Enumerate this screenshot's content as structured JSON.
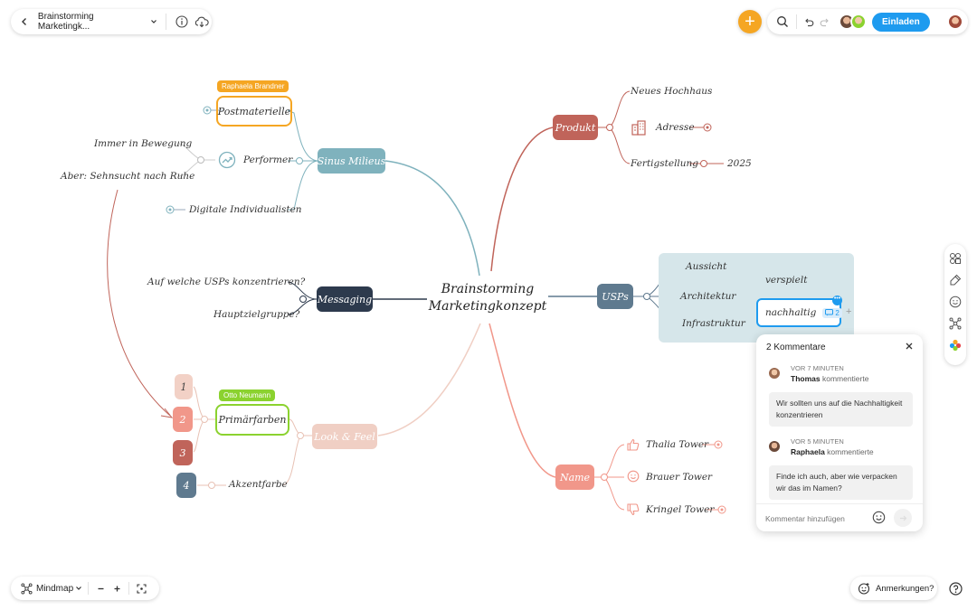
{
  "document": {
    "title": "Brainstorming Marketingk..."
  },
  "toolbar": {
    "invite_label": "Einladen",
    "add_symbol": "+"
  },
  "center": {
    "line1": "Brainstorming",
    "line2": "Marketingkonzept"
  },
  "branches": {
    "sinus": {
      "label": "Sinus Milieus",
      "color": "#7fb2bd"
    },
    "produkt": {
      "label": "Produkt",
      "color": "#c0645a"
    },
    "messaging": {
      "label": "Messaging",
      "color": "#2d3a4d"
    },
    "usps": {
      "label": "USPs",
      "color": "#5f7a8f"
    },
    "look": {
      "label": "Look & Feel",
      "color": "#f0cfc4"
    },
    "name": {
      "label": "Name",
      "color": "#f1978a"
    }
  },
  "sinus_items": {
    "postmaterielle": "Postmaterielle",
    "postmaterielle_tag": "Raphaela Brandner",
    "performer": "Performer",
    "digitale": "Digitale Individualisten",
    "bewegung": "Immer in Bewegung",
    "ruhe": "Aber: Sehnsucht nach Ruhe"
  },
  "produkt_items": {
    "hochhaus": "Neues Hochhaus",
    "adresse": "Adresse",
    "fertigstellung": "Fertigstellung",
    "jahr": "2025"
  },
  "messaging_items": {
    "usps_q": "Auf welche USPs konzentrieren?",
    "zielgruppe": "Hauptzielgruppe?"
  },
  "usps_items": {
    "aussicht": "Aussicht",
    "architektur": "Architektur",
    "infrastruktur": "Infrastruktur",
    "verspielt": "verspielt",
    "nachhaltig": "nachhaltig",
    "comment_count": "2"
  },
  "look_items": {
    "primarfarben": "Primärfarben",
    "primar_tag": "Otto Neumann",
    "akzentfarbe": "Akzentfarbe",
    "c1": "1",
    "c2": "2",
    "c3": "3",
    "c4": "4"
  },
  "name_items": {
    "thalia": "Thalia Tower",
    "brauer": "Brauer Tower",
    "kringel": "Kringel Tower"
  },
  "comments": {
    "title": "2 Kommentare",
    "items": [
      {
        "time": "VOR 7 MINUTEN",
        "author": "Thomas",
        "action": "kommentierte",
        "text": "Wir sollten uns auf die Nachhaltigkeit konzentrieren"
      },
      {
        "time": "VOR 5 MINUTEN",
        "author": "Raphaela",
        "action": "kommentierte",
        "text": "Finde ich auch, aber wie verpacken wir das im Namen?"
      }
    ],
    "placeholder": "Kommentar hinzufügen"
  },
  "bottom": {
    "view_label": "Mindmap",
    "feedback_label": "Anmerkungen?"
  },
  "colors": {
    "accent_blue": "#1e9bef",
    "accent_orange": "#f5a623",
    "tag_green": "#8bd22f"
  }
}
